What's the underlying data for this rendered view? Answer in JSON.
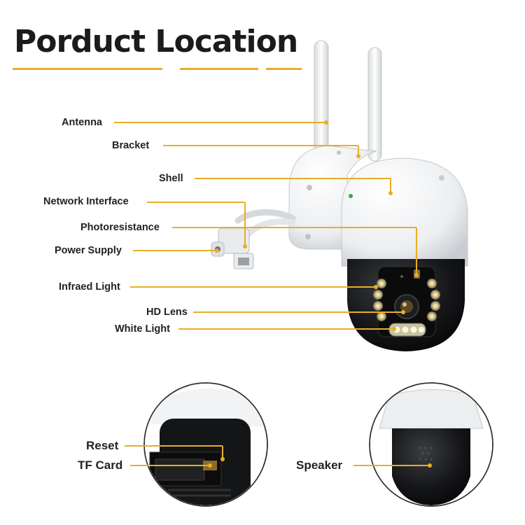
{
  "title": "Porduct Location",
  "accent_color": "#e9ad27",
  "labels": {
    "antenna": "Antenna",
    "bracket": "Bracket",
    "shell": "Shell",
    "network_interface": "Network Interface",
    "photoresistance": "Photoresistance",
    "power_supply": "Power Supply",
    "infrared_light": "Infraed Light",
    "hd_lens": "HD Lens",
    "white_light": "White Light",
    "reset": "Reset",
    "tf_card": "TF Card",
    "speaker": "Speaker"
  }
}
